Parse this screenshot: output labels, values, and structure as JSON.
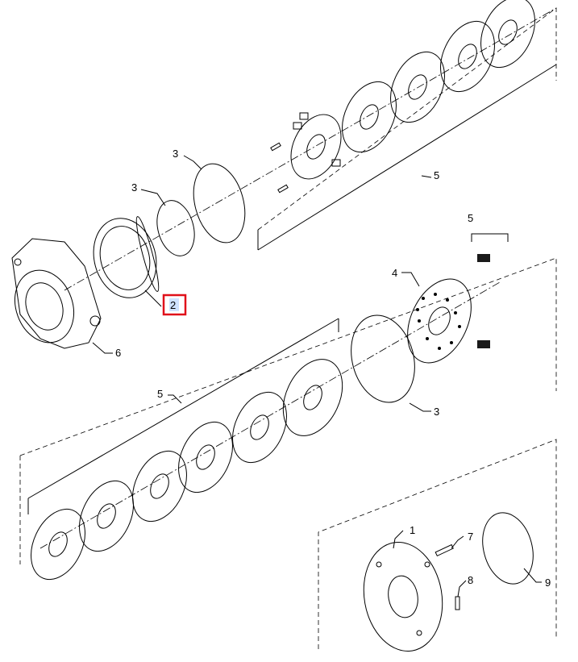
{
  "diagram": {
    "callouts": {
      "c1": "1",
      "c2": "2",
      "c3a": "3",
      "c3b": "3",
      "c3c": "3",
      "c4": "4",
      "c5a": "5",
      "c5b": "5",
      "c5c": "5",
      "c6": "6",
      "c7": "7",
      "c8": "8",
      "c9": "9"
    },
    "highlighted_callout": "2",
    "colors": {
      "highlight_border": "#e0101a",
      "highlight_fill": "#cfe3ff",
      "line": "#000000"
    }
  }
}
